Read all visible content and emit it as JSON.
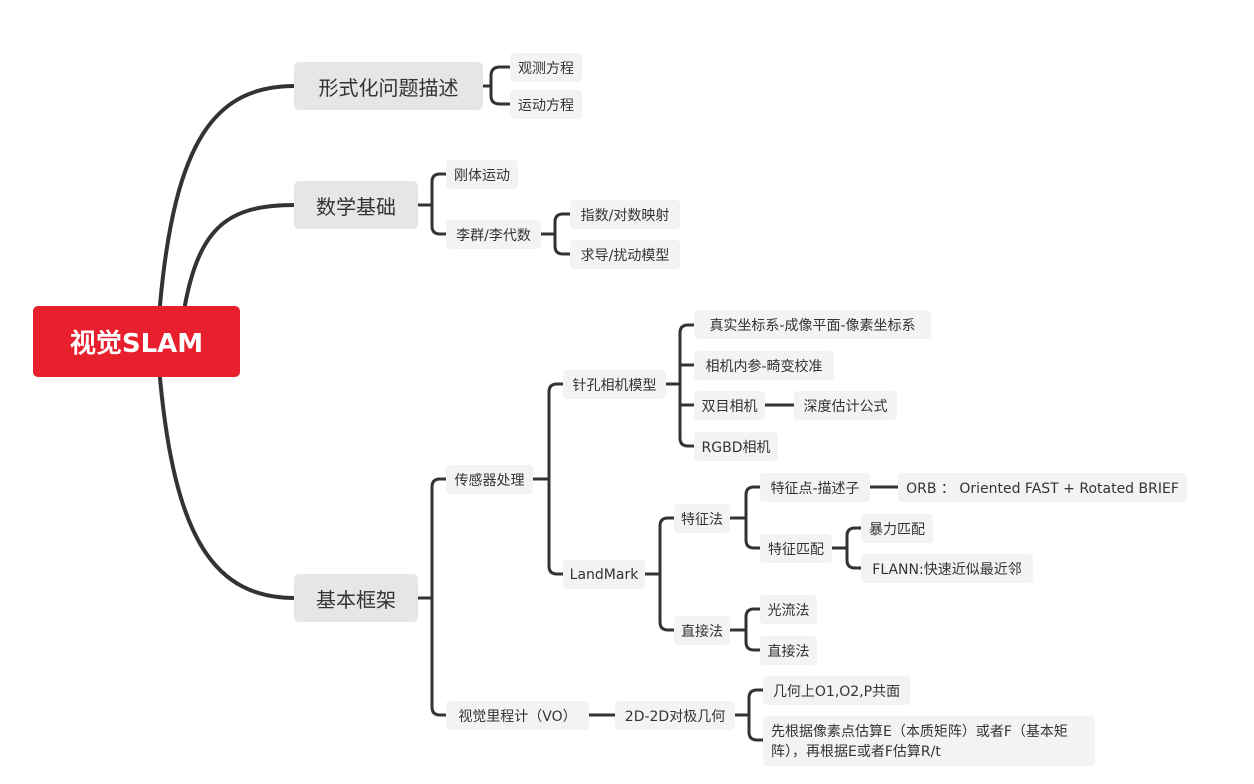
{
  "root": "视觉SLAM",
  "n1": "形式化问题描述",
  "n1a": "观测方程",
  "n1b": "运动方程",
  "n2": "数学基础",
  "n2a": "刚体运动",
  "n2b": "李群/李代数",
  "n2b1": "指数/对数映射",
  "n2b2": "求导/扰动模型",
  "n3": "基本框架",
  "n3a": "传感器处理",
  "n3a1": "针孔相机模型",
  "n3a1a": "真实坐标系-成像平面-像素坐标系",
  "n3a1b": "相机内参-畸变校准",
  "n3a1c": "双目相机",
  "n3a1c1": "深度估计公式",
  "n3a1d": "RGBD相机",
  "n3a2": "LandMark",
  "n3a2a": "特征法",
  "n3a2a1": "特征点-描述子",
  "n3a2a1a": "ORB ： Oriented FAST + Rotated BRIEF",
  "n3a2a2": "特征匹配",
  "n3a2a2a": "暴力匹配",
  "n3a2a2b": "FLANN:快速近似最近邻",
  "n3a2b": "直接法",
  "n3a2b1": "光流法",
  "n3a2b2": "直接法",
  "n3b": "视觉里程计（VO）",
  "n3b1": "2D-2D对极几何",
  "n3b1a": "几何上O1,O2,P共面",
  "n3b1b": "先根据像素点估算E（本质矩阵）或者F（基本矩阵），再根据E或者F估算R/t"
}
